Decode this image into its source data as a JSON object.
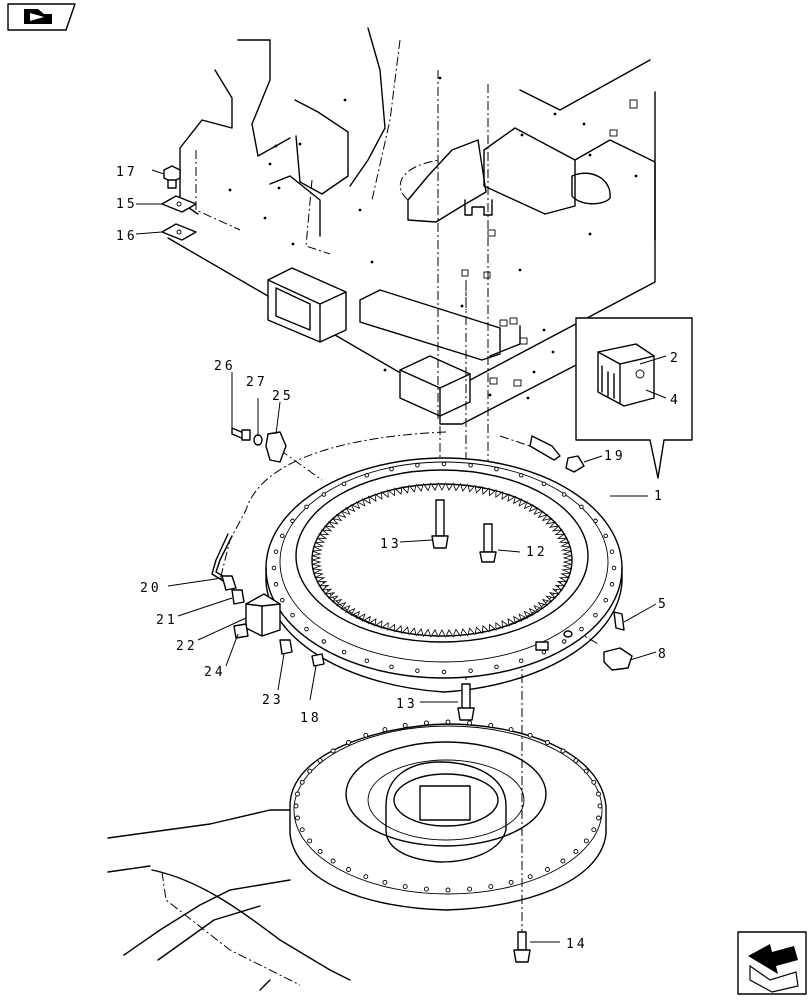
{
  "diagram": {
    "callouts": [
      {
        "id": "c1",
        "text": "1"
      },
      {
        "id": "c2",
        "text": "2"
      },
      {
        "id": "c4",
        "text": "4"
      },
      {
        "id": "c5",
        "text": "5"
      },
      {
        "id": "c8",
        "text": "8"
      },
      {
        "id": "c12",
        "text": "12"
      },
      {
        "id": "c13a",
        "text": "13"
      },
      {
        "id": "c13b",
        "text": "13"
      },
      {
        "id": "c14",
        "text": "14"
      },
      {
        "id": "c15",
        "text": "15"
      },
      {
        "id": "c16",
        "text": "16"
      },
      {
        "id": "c17",
        "text": "17"
      },
      {
        "id": "c18",
        "text": "18"
      },
      {
        "id": "c19",
        "text": "19"
      },
      {
        "id": "c20",
        "text": "20"
      },
      {
        "id": "c21",
        "text": "21"
      },
      {
        "id": "c22",
        "text": "22"
      },
      {
        "id": "c23",
        "text": "23"
      },
      {
        "id": "c24",
        "text": "24"
      },
      {
        "id": "c25",
        "text": "25"
      },
      {
        "id": "c26",
        "text": "26"
      },
      {
        "id": "c27",
        "text": "27"
      }
    ]
  },
  "nav": {
    "top_icon": "book-icon",
    "bottom_icon": "arrow-icon"
  }
}
